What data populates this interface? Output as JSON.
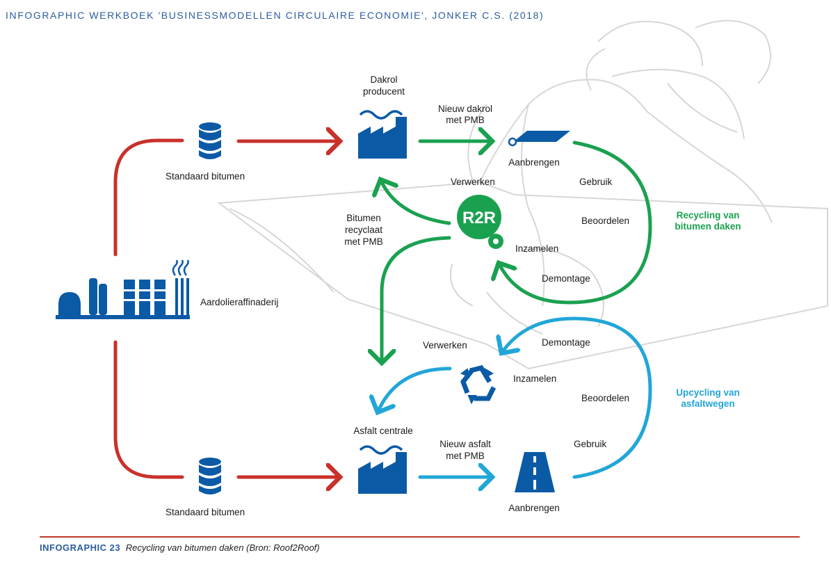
{
  "header": {
    "title": "INFOGRAPHIC WERKBOEK 'BUSINESSMODELLEN CIRCULAIRE ECONOMIE', JONKER C.S. (2018)"
  },
  "nodes": {
    "refinery": "Aardolieraffinaderij",
    "bitumen_top": "Standaard bitumen",
    "bitumen_bottom": "Standaard bitumen",
    "roof_producer_line1": "Dakrol",
    "roof_producer_line2": "producent",
    "new_roll_line1": "Nieuw dakrol",
    "new_roll_line2": "met PMB",
    "apply_top": "Aanbrengen",
    "r2r_logo": "R2R",
    "recyclate_line1": "Bitumen",
    "recyclate_line2": "recyclaat",
    "recyclate_line3": "met PMB",
    "asphalt_plant": "Asfalt centrale",
    "new_asphalt_line1": "Nieuw asfalt",
    "new_asphalt_line2": "met PMB",
    "apply_bottom": "Aanbrengen"
  },
  "roof_cycle": {
    "title_line1": "Recycling van",
    "title_line2": "bitumen daken",
    "process": "Verwerken",
    "use": "Gebruik",
    "assess": "Beoordelen",
    "collect": "Inzamelen",
    "dismantle": "Demontage"
  },
  "road_cycle": {
    "title_line1": "Upcycling van",
    "title_line2": "asfaltwegen",
    "process": "Verwerken",
    "dismantle": "Demontage",
    "collect": "Inzamelen",
    "assess": "Beoordelen",
    "use": "Gebruik"
  },
  "footer": {
    "tag": "INFOGRAPHIC 23",
    "caption": "Recycling van bitumen daken (Bron: Roof2Roof)"
  },
  "colors": {
    "red": "#c8312a",
    "green": "#1aa150",
    "blue": "#22a6d8",
    "navy": "#0b5aa6",
    "sketch": "#d4d4d4"
  },
  "icons": [
    "database-icon",
    "factory-icon",
    "refinery-icon",
    "roof-roll-icon",
    "road-icon",
    "recycle-icon",
    "r2r-logo"
  ]
}
